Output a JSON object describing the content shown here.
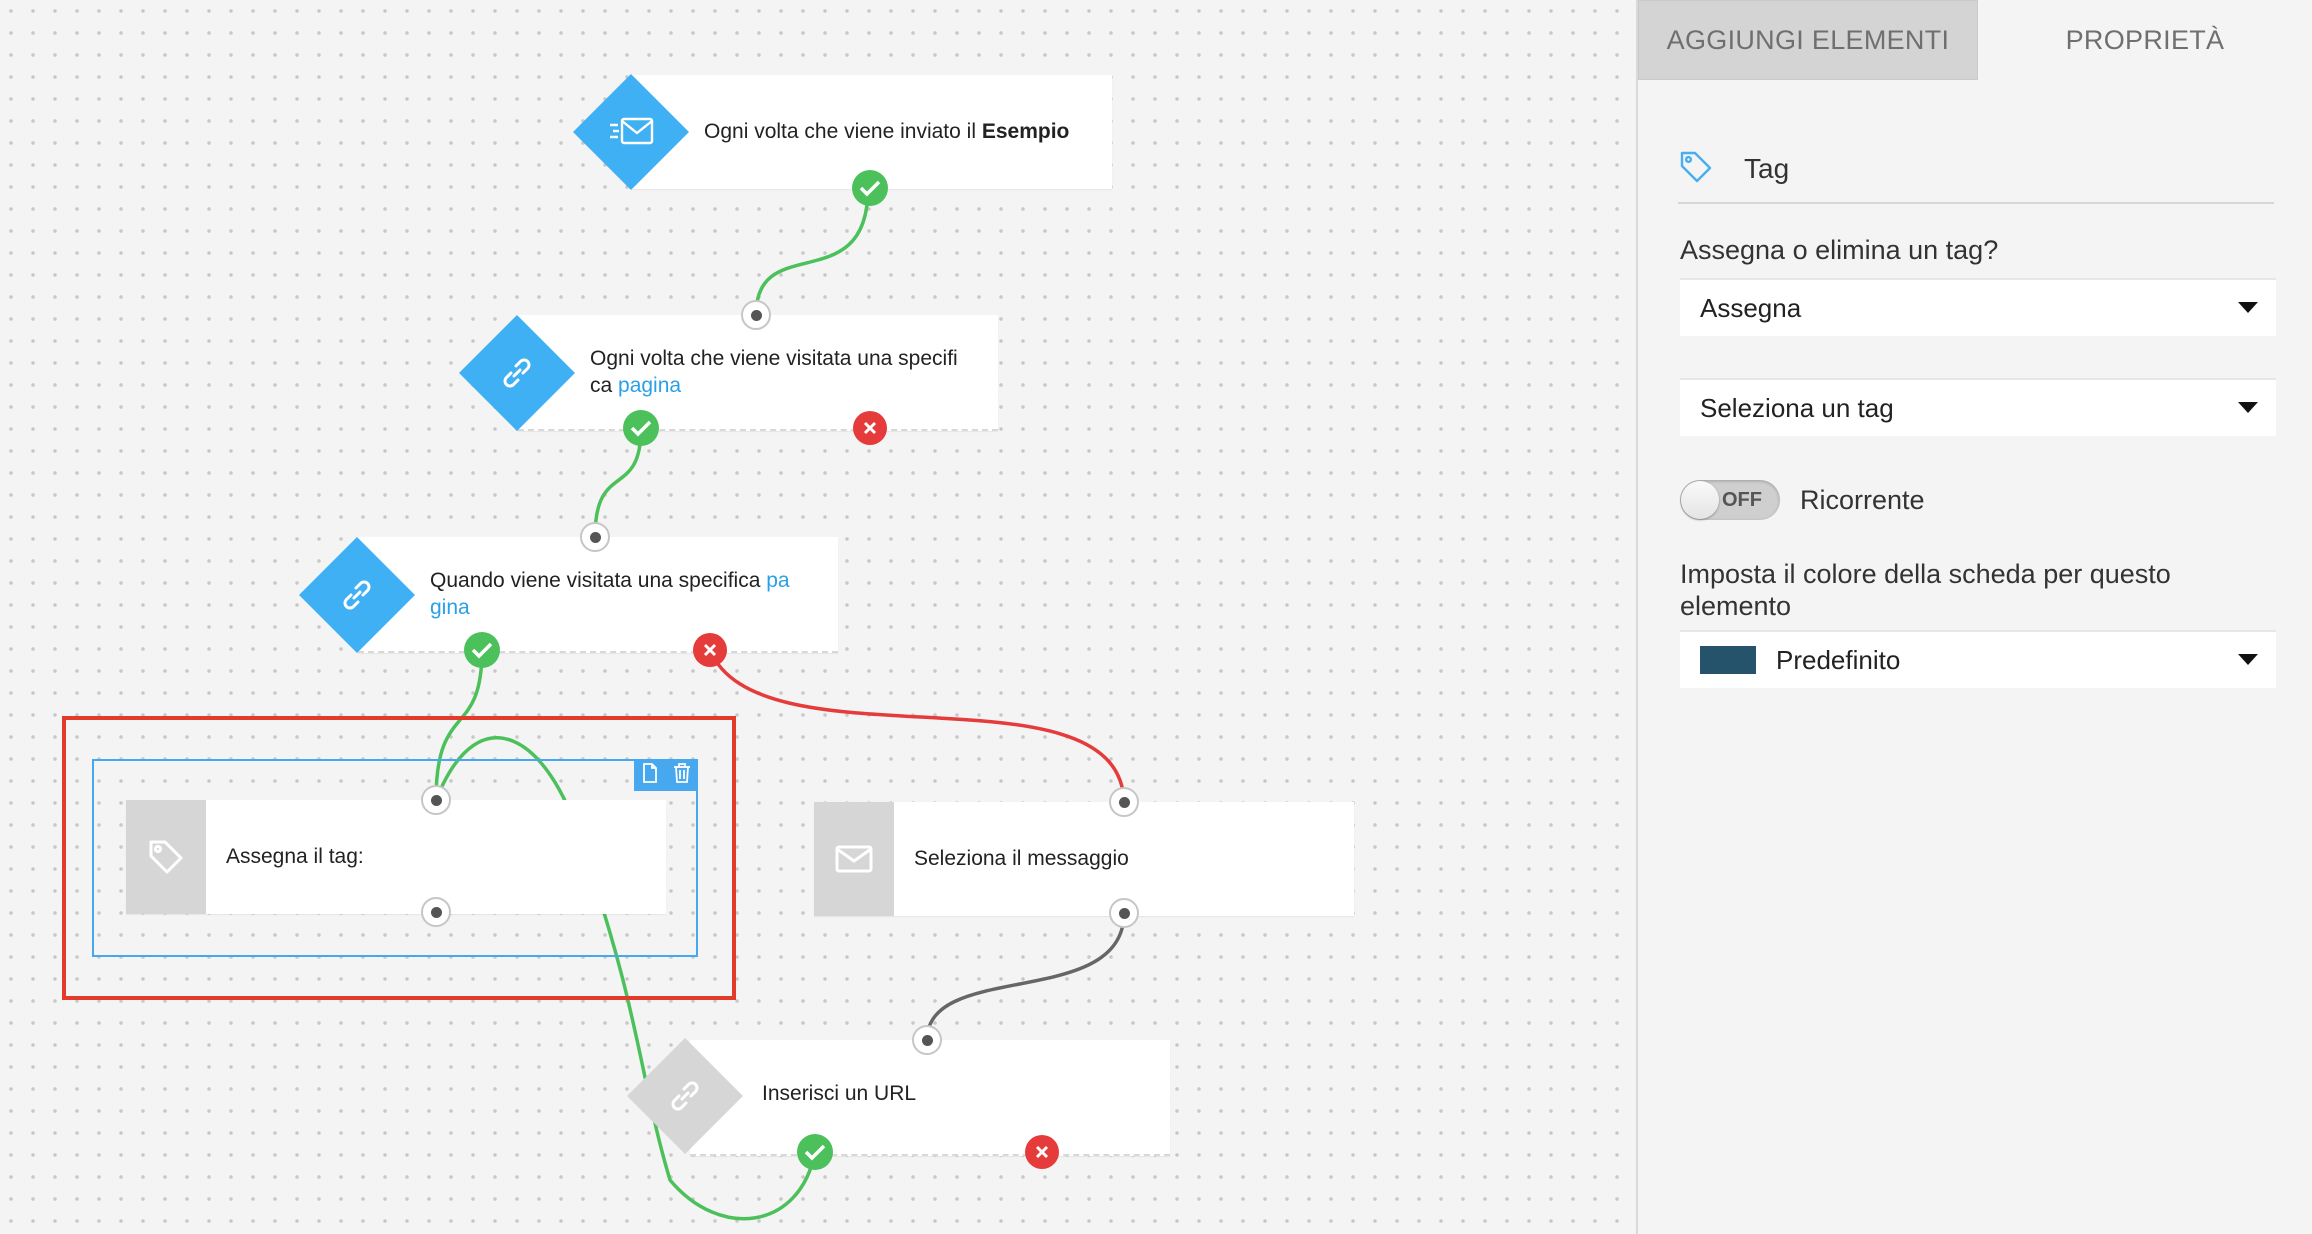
{
  "canvas": {
    "nodes": {
      "trigger_email": {
        "text_prefix": "Ogni volta che viene inviato il ",
        "text_bold": "Esempio",
        "icon": "email-send-icon"
      },
      "page_visit_1": {
        "line1": "Ogni volta che viene visitata una specifi",
        "line2_prefix": "ca ",
        "link": "pagina",
        "icon": "link-icon"
      },
      "page_visit_2": {
        "line1_prefix": "Quando viene visitata una specifica ",
        "line1_link": "pa",
        "line2_link": "gina",
        "icon": "link-icon"
      },
      "assign_tag": {
        "text": "Assegna il tag:",
        "icon": "tag-icon"
      },
      "select_message": {
        "text": "Seleziona il messaggio",
        "icon": "envelope-icon"
      },
      "insert_url": {
        "text": "Inserisci un URL",
        "icon": "link-icon"
      }
    },
    "toolbar": {
      "copy_icon": "copy-icon",
      "delete_icon": "trash-icon"
    },
    "colors": {
      "accent": "#3fb0f3",
      "yes": "#4cc05a",
      "no": "#e53b3b",
      "highlight": "#e23b2c",
      "wire_yes": "#4cc05a",
      "wire_no": "#e53b3b",
      "wire_default": "#666666"
    }
  },
  "panel": {
    "tabs": [
      {
        "label": "AGGIUNGI ELEMENTI",
        "active": false
      },
      {
        "label": "PROPRIETÀ",
        "active": true
      }
    ],
    "header": {
      "title": "Tag",
      "icon": "tag-icon"
    },
    "assign_question": "Assegna o elimina un tag?",
    "assign_select": {
      "value": "Assegna"
    },
    "tag_select": {
      "value": "Seleziona un tag"
    },
    "recurring": {
      "toggle_label": "OFF",
      "label": "Ricorrente",
      "on": false
    },
    "color_label": "Imposta il colore della scheda per questo elemento",
    "color_select": {
      "value": "Predefinito",
      "swatch": "#24536b"
    }
  }
}
